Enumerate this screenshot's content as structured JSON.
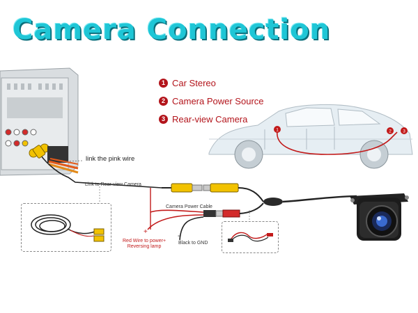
{
  "title": "Camera Connection",
  "legend": [
    {
      "num": "1",
      "label": "Car Stereo"
    },
    {
      "num": "2",
      "label": "Camera Power Source"
    },
    {
      "num": "3",
      "label": "Rear-view Camera"
    }
  ],
  "car_markers": [
    "1",
    "2",
    "3"
  ],
  "labels": {
    "pink_wire": "link the pink wire",
    "link_camera": "Link to Rear-view Camera",
    "power_cable": "Camera Power Cable",
    "red_wire_line1": "Red Wire to power+",
    "red_wire_line2": "Reversing lamp",
    "plus_sign": "+",
    "minus_sign": "-",
    "black_gnd": "Black to GND"
  },
  "colors": {
    "title": "#1fc6d6",
    "accent": "#b3141b",
    "rca_yellow": "#f2c200"
  }
}
